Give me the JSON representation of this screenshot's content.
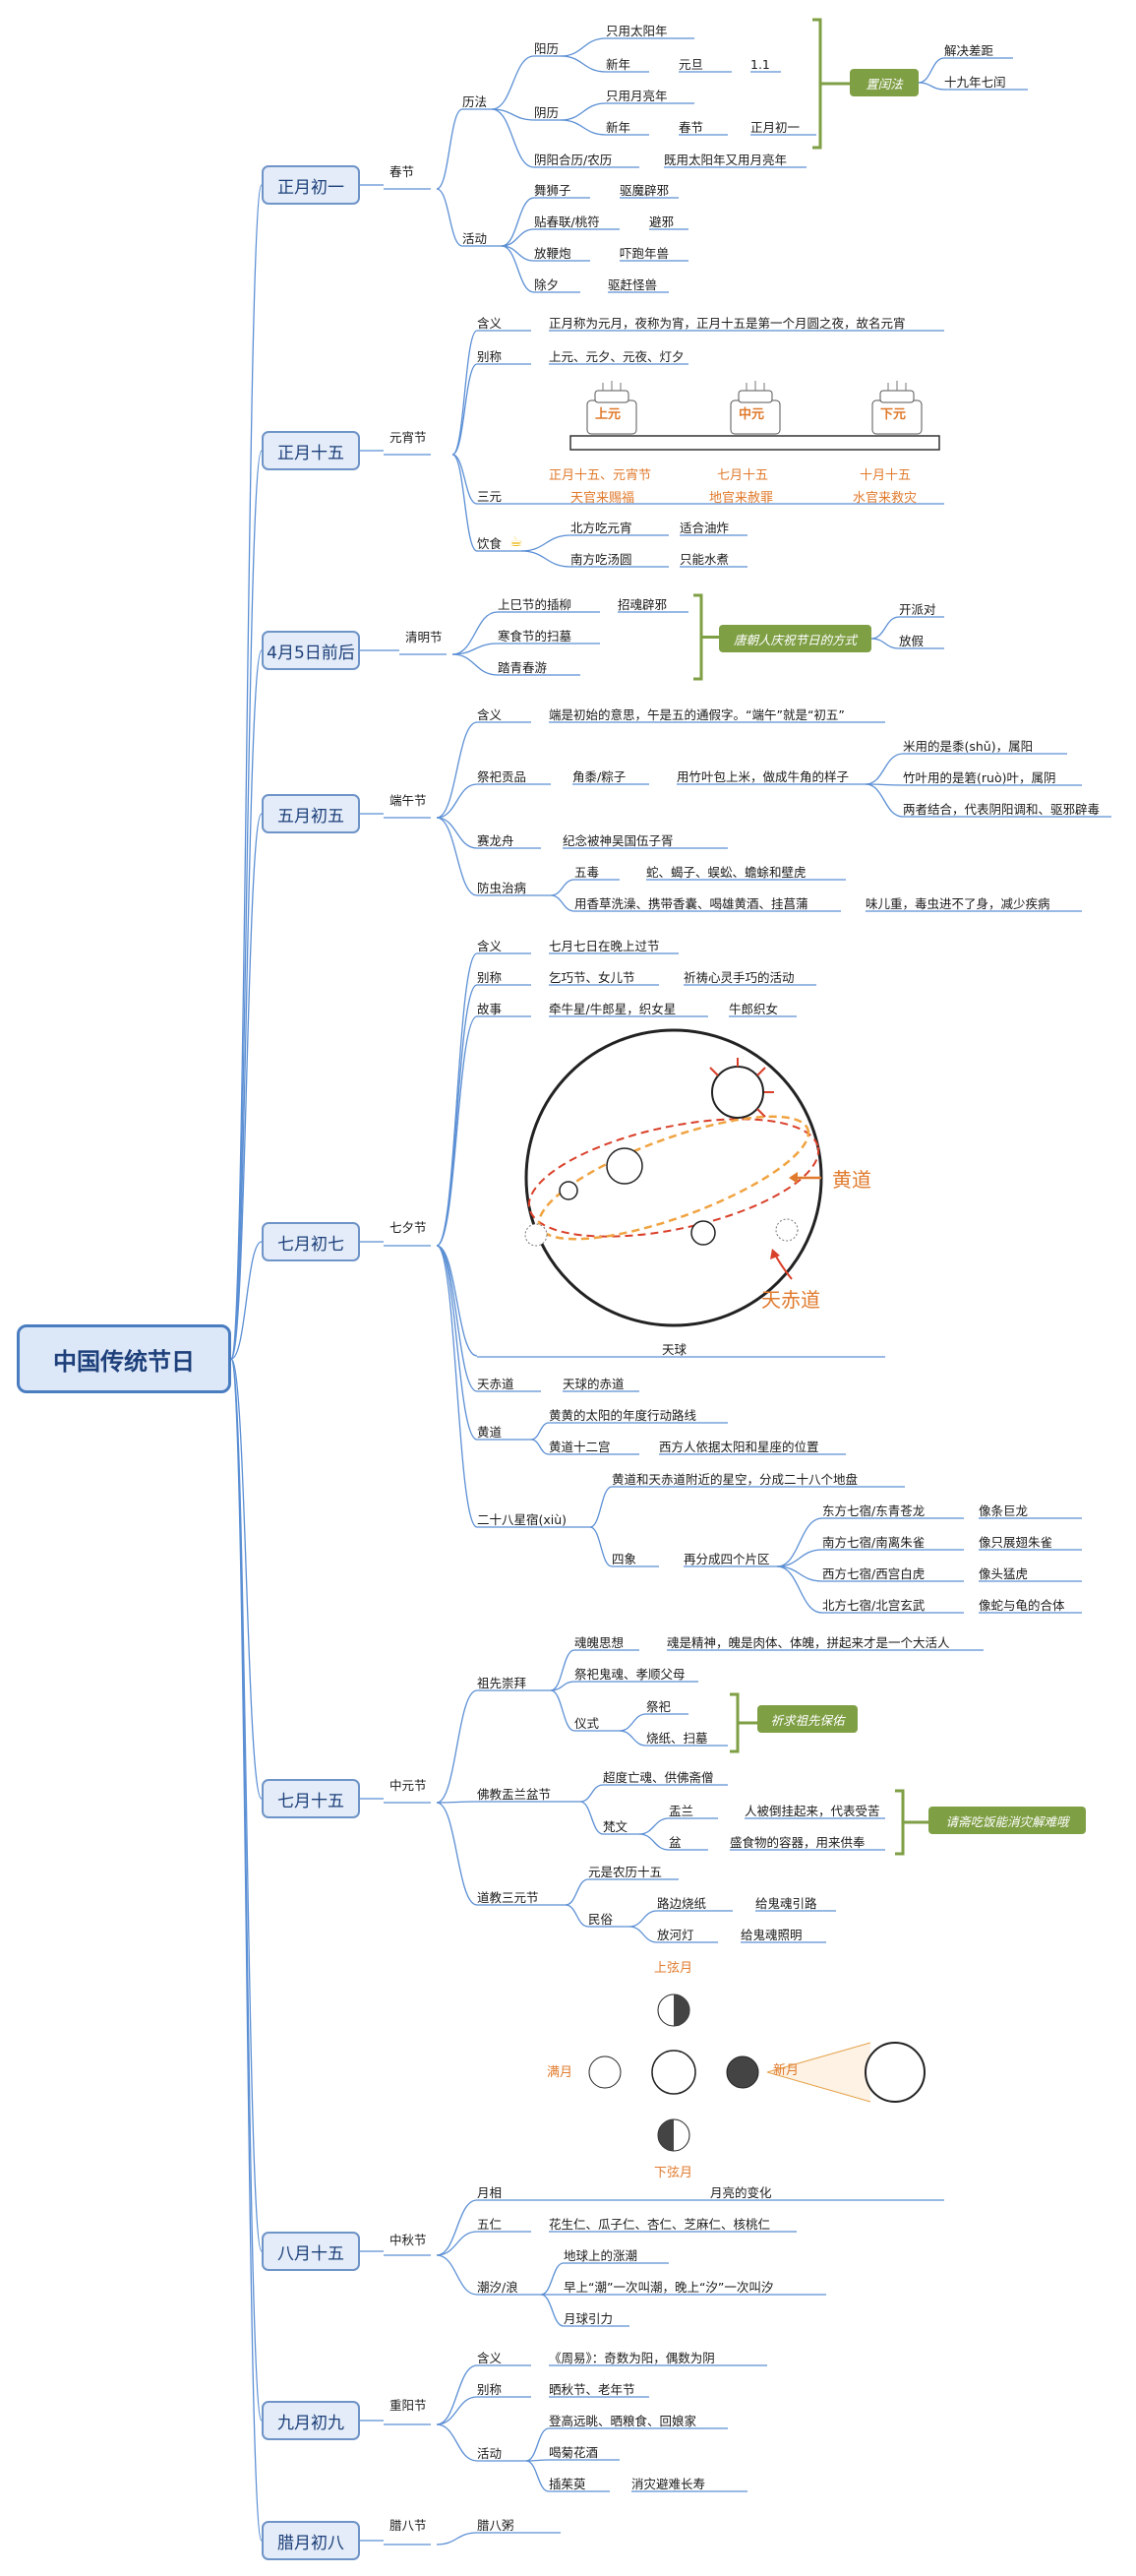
{
  "root": "中国传统节日",
  "colors": {
    "line": "#5b8fd4",
    "branch_border": "#6f94c8",
    "badge": "#7f9f45",
    "orange": "#e07a2c",
    "red": "#d9402a"
  },
  "branches": [
    {
      "date": "正月初一",
      "festival": "春节"
    },
    {
      "date": "正月十五",
      "festival": "元宵节"
    },
    {
      "date": "4月5日前后",
      "festival": "清明节"
    },
    {
      "date": "五月初五",
      "festival": "端午节"
    },
    {
      "date": "七月初七",
      "festival": "七夕节"
    },
    {
      "date": "七月十五",
      "festival": "中元节"
    },
    {
      "date": "八月十五",
      "festival": "中秋节"
    },
    {
      "date": "九月初九",
      "festival": "重阳节"
    },
    {
      "date": "腊月初八",
      "festival": "腊八节"
    }
  ],
  "spring": {
    "calendar": "历法",
    "solar": "阳历",
    "solar_only": "只用太阳年",
    "newyear": "新年",
    "yuandan": "元旦",
    "d11": "1.1",
    "lunar": "阴历",
    "lunar_only": "只用月亮年",
    "newyear2": "新年",
    "chunjie": "春节",
    "zhengyue1": "正月初一",
    "lunisolar": "阴阳合历/农历",
    "both": "既用太阳年又用月亮年",
    "badge": "置闰法",
    "r1": "解决差距",
    "r2": "十九年七闰",
    "activity": "活动",
    "a1": "舞狮子",
    "a1b": "驱魔辟邪",
    "a2": "贴春联/桃符",
    "a2b": "避邪",
    "a3": "放鞭炮",
    "a3b": "吓跑年兽",
    "a4": "除夕",
    "a4b": "驱赶怪兽"
  },
  "lantern": {
    "meaning": "含义",
    "meaning_v": "正月称为元月，夜称为宵，正月十五是第一个月圆之夜，故名元宵",
    "alias": "别称",
    "alias_v": "上元、元夕、元夜、灯夕",
    "cake1": "上元",
    "cake2": "中元",
    "cake3": "下元",
    "sy1": "正月十五、元宵节",
    "sy2": "七月十五",
    "sy3": "十月十五",
    "sy1b": "天官来赐福",
    "sy2b": "地官来赦罪",
    "sy3b": "水官来救灾",
    "sanyuan": "三元",
    "food": "饮食",
    "f1": "北方吃元宵",
    "f1b": "适合油炸",
    "f2": "南方吃汤圆",
    "f2b": "只能水煮"
  },
  "qingming": {
    "q1": "上巳节的插柳",
    "q1b": "招魂辟邪",
    "q2": "寒食节的扫墓",
    "q3": "踏青春游",
    "badge": "唐朝人庆祝节日的方式",
    "r1": "开派对",
    "r2": "放假"
  },
  "duanwu": {
    "meaning": "含义",
    "meaning_v": "端是初始的意思，午是五的通假字。“端午”就是“初五”",
    "offer": "祭祀贡品",
    "zongzi": "角黍/粽子",
    "zongzi_d": "用竹叶包上米，做成牛角的样子",
    "z1": "米用的是黍(shǔ)，属阳",
    "z2": "竹叶用的是箬(ruò)叶，属阴",
    "z3": "两者结合，代表阴阳调和、驱邪辟毒",
    "boat": "赛龙舟",
    "boat_v": "纪念被神吴国伍子胥",
    "cure": "防虫治病",
    "five": "五毒",
    "five_v": "蛇、蝎子、蜈蚣、蟾蜍和壁虎",
    "herb": "用香草洗澡、携带香囊、喝雄黄酒、挂菖蒲",
    "herb_r": "味儿重，毒虫进不了身，减少疾病"
  },
  "qixi": {
    "meaning": "含义",
    "meaning_v": "七月七日在晚上过节",
    "alias": "别称",
    "alias_v": "乞巧节、女儿节",
    "alias_r": "祈祷心灵手巧的活动",
    "story": "故事",
    "story_v": "牵牛星/牛郎星，织女星",
    "story_r": "牛郎织女",
    "huangdao_label": "黄道",
    "tianchi_label": "天赤道",
    "sphere": "天球",
    "tcd": "天赤道",
    "tcd_v": "天球的赤道",
    "hd": "黄道",
    "hd_v": "黄黄的太阳的年度行动路线",
    "zodiac": "黄道十二宫",
    "zodiac_v": "西方人依据太阳和星座的位置",
    "xiu": "二十八星宿(xiù)",
    "xiu_v": "黄道和天赤道附近的星空，分成二十八个地盘",
    "sx": "四象",
    "sx_v": "再分成四个片区",
    "d1": "东方七宿/东青苍龙",
    "d1b": "像条巨龙",
    "d2": "南方七宿/南离朱雀",
    "d2b": "像只展翅朱雀",
    "d3": "西方七宿/西宫白虎",
    "d3b": "像头猛虎",
    "d4": "北方七宿/北宫玄武",
    "d4b": "像蛇与龟的合体"
  },
  "zhongyuan": {
    "ancestor": "祖先崇拜",
    "soul": "魂魄思想",
    "soul_v": "魂是精神，魄是肉体、体魄，拼起来才是一个大活人",
    "sacrifice": "祭祀鬼魂、孝顺父母",
    "ritual": "仪式",
    "r1": "祭祀",
    "r2": "烧纸、扫墓",
    "badge1": "祈求祖先保佑",
    "bud": "佛教盂兰盆节",
    "bud_v": "超度亡魂、供佛斋僧",
    "fw": "梵文",
    "yl": "盂兰",
    "yl_v": "人被倒挂起来，代表受苦",
    "pen": "盆",
    "pen_v": "盛食物的容器，用来供奉",
    "badge2": "请斋吃饭能消灾解难哦",
    "tao": "道教三元节",
    "tao_v": "元是农历十五",
    "folk": "民俗",
    "f1": "路边烧纸",
    "f1b": "给鬼魂引路",
    "f2": "放河灯",
    "f2b": "给鬼魂照明"
  },
  "midautumn": {
    "upper": "上弦月",
    "lower": "下弦月",
    "full": "满月",
    "new": "新月",
    "phase": "月相",
    "phase_v": "月亮的变化",
    "five": "五仁",
    "five_v": "花生仁、瓜子仁、杏仁、芝麻仁、核桃仁",
    "tide": "潮汐/浪",
    "t1": "地球上的涨潮",
    "t2": "早上“潮”一次叫潮，晚上“汐”一次叫汐",
    "t3": "月球引力"
  },
  "chongyang": {
    "meaning": "含义",
    "meaning_v": "《周易》：奇数为阳，偶数为阴",
    "alias": "别称",
    "alias_v": "晒秋节、老年节",
    "act": "活动",
    "a1": "登高远眺、晒粮食、回娘家",
    "a2": "喝菊花酒",
    "a3": "插茱萸",
    "a3b": "消灾避难长寿"
  },
  "laba": {
    "porridge": "腊八粥"
  }
}
